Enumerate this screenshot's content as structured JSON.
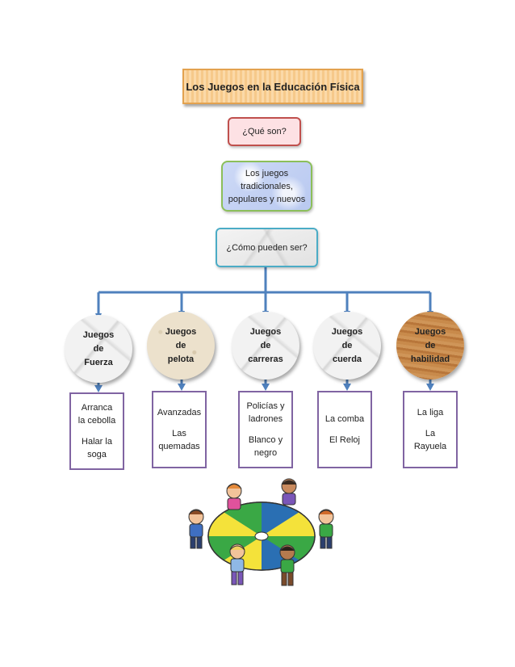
{
  "title": "Los Juegos en la Educación Física",
  "question_what": "¿Qué son?",
  "definition": [
    "Los juegos",
    "tradicionales,",
    "populares y nuevos"
  ],
  "question_how": "¿Cómo pueden ser?",
  "categories": [
    {
      "label": [
        "Juegos",
        "de",
        "Fuerza"
      ],
      "games": [
        [
          "Arranca",
          "la cebolla"
        ],
        [
          "Halar la",
          "soga"
        ]
      ]
    },
    {
      "label": [
        "Juegos",
        "de",
        "pelota"
      ],
      "games": [
        [
          "Avanzadas"
        ],
        [
          "Las",
          "quemadas"
        ]
      ]
    },
    {
      "label": [
        "Juegos",
        "de",
        "carreras"
      ],
      "games": [
        [
          "Policías y",
          "ladrones"
        ],
        [
          "Blanco y",
          "negro"
        ]
      ]
    },
    {
      "label": [
        "Juegos",
        "de",
        "cuerda"
      ],
      "games": [
        [
          "La comba"
        ],
        [
          "El Reloj"
        ]
      ]
    },
    {
      "label": [
        "Juegos",
        "de",
        "habilidad"
      ],
      "games": [
        [
          "La liga"
        ],
        [
          "La",
          "Rayuela"
        ]
      ]
    }
  ],
  "colors": {
    "connector": "#4f81bd",
    "title_fill": "#f9cf95",
    "question_border": "#c0504d",
    "definition_border": "#8cbf5a",
    "how_border": "#4bacc6",
    "game_border": "#8064a2"
  },
  "illustration": "children playing with a parachute"
}
